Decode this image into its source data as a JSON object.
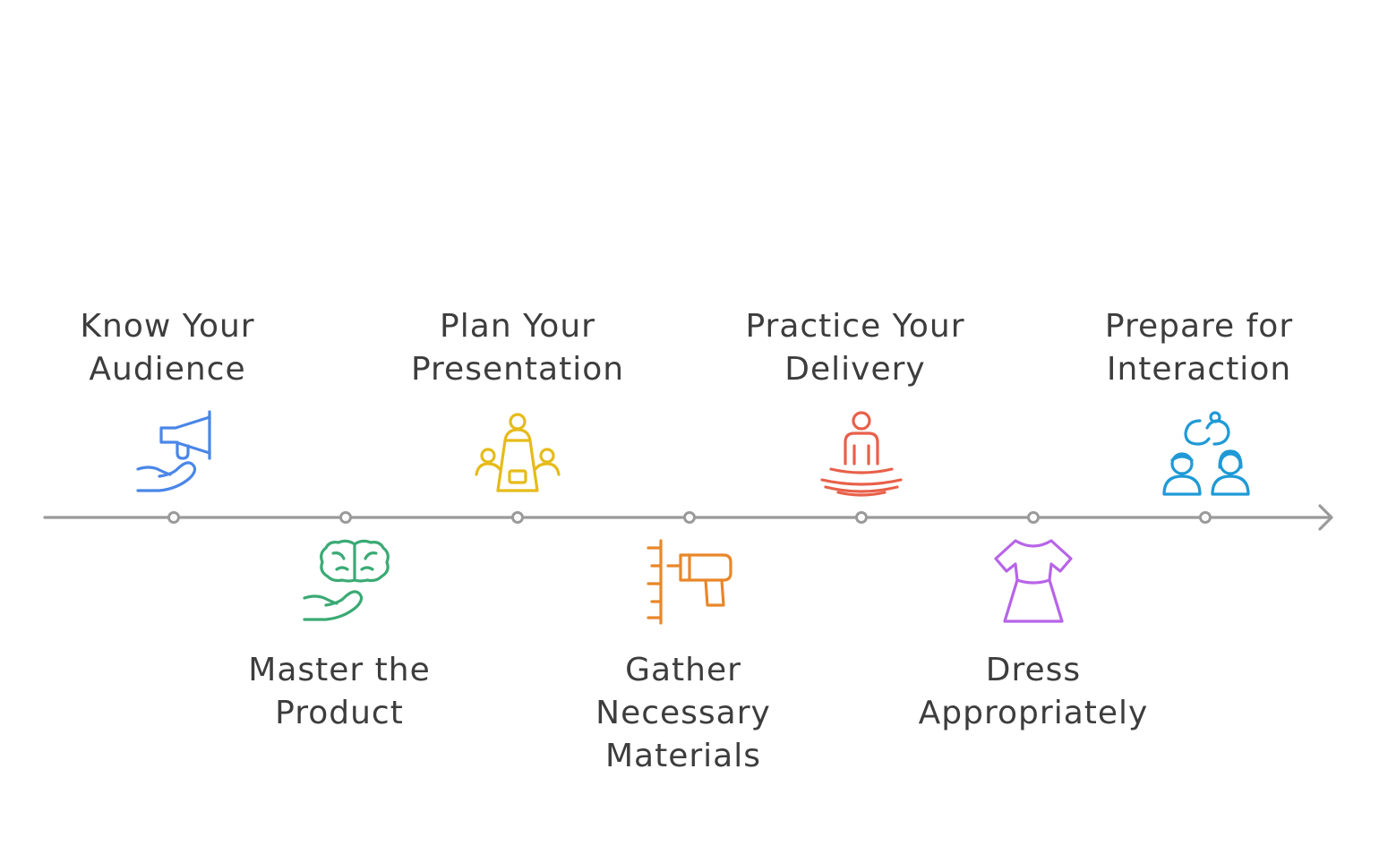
{
  "timeline": {
    "line_color": "#9a9a9a",
    "text_color": "#3d3d3d",
    "steps": [
      {
        "label": "Know Your\nAudience",
        "icon": "megaphone-hand-icon",
        "color": "#4a86e8",
        "side": "top"
      },
      {
        "label": "Master the\nProduct",
        "icon": "brain-hand-icon",
        "color": "#3aaa74",
        "side": "bottom"
      },
      {
        "label": "Plan Your\nPresentation",
        "icon": "meeting-table-icon",
        "color": "#e6bb1a",
        "side": "top"
      },
      {
        "label": "Gather\nNecessary\nMaterials",
        "icon": "drill-ruler-icon",
        "color": "#e8872a",
        "side": "bottom"
      },
      {
        "label": "Practice Your\nDelivery",
        "icon": "meditation-person-icon",
        "color": "#e8604a",
        "side": "top"
      },
      {
        "label": "Dress\nAppropriately",
        "icon": "dress-icon",
        "color": "#b764e8",
        "side": "bottom"
      },
      {
        "label": "Prepare for\nInteraction",
        "icon": "people-exchange-icon",
        "color": "#1f9ad6",
        "side": "top"
      }
    ]
  }
}
